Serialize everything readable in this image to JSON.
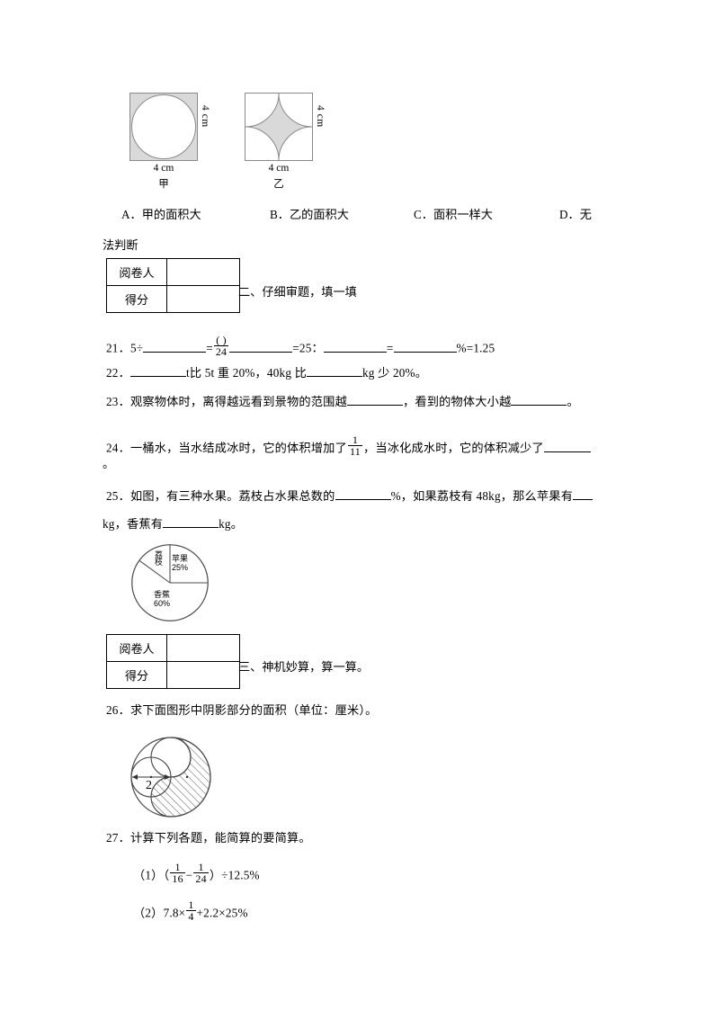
{
  "figures": {
    "fig_a": {
      "side_label_bottom": "4 cm",
      "side_label_right": "4 cm",
      "name": "甲"
    },
    "fig_b": {
      "side_label_bottom": "4 cm",
      "side_label_right": "4 cm",
      "name": "乙"
    }
  },
  "choices": [
    {
      "key": "A．",
      "text": "甲的面积大"
    },
    {
      "key": "B．",
      "text": "乙的面积大"
    },
    {
      "key": "C．",
      "text": "面积一样大"
    },
    {
      "key": "D．",
      "text": "无"
    }
  ],
  "choice_wrap": "法判断",
  "grading_tables": {
    "grader_label": "阅卷人",
    "score_label": "得分"
  },
  "sections": {
    "two": "二、仔细审题，填一填",
    "three": "三、神机妙算，算一算。"
  },
  "questions": {
    "q21": {
      "number": "21．",
      "p1": "5÷",
      "frac_num": "( )",
      "frac_den": "24",
      "eq1": "=",
      "p2": "=25：",
      "eq2": "=",
      "p3": "%=1.25"
    },
    "q22": {
      "number": "22．",
      "p1": "t比 5t 重 20%，40kg 比",
      "p2": "kg 少 20%。"
    },
    "q23": {
      "number": "23．",
      "p1": "观察物体时，离得越远看到景物的范围越",
      "p2": "，看到的物体大小越",
      "p3": "。"
    },
    "q24": {
      "number": "24．",
      "p1": "一桶水，当水结成冰时，它的体积增加了",
      "frac_num": "1",
      "frac_den": "11",
      "p2": "，当冰化成水时，它的体积减少了",
      "p3": "。"
    },
    "q25": {
      "number": "25．",
      "p1": "如图，有三种水果。荔枝占水果总数的",
      "p2": "%，如果荔枝有 48kg，那么苹果有",
      "p3": "kg，香蕉有",
      "p4": "kg。"
    },
    "q26": {
      "number": "26．",
      "text": "求下面图形中阴影部分的面积（单位：厘米）。",
      "dimension": "2"
    },
    "q27": {
      "number": "27．",
      "text": "计算下列各题，能简算的要简算。",
      "sub1": {
        "label": "（1）",
        "open": "（",
        "f1_num": "1",
        "f1_den": "16",
        "minus": "−",
        "f2_num": "1",
        "f2_den": "24",
        "close": "）",
        "tail": "÷12.5%"
      },
      "sub2": {
        "label": "（2）",
        "head": "7.8×",
        "f1_num": "1",
        "f1_den": "4",
        "tail": "+2.2×25%"
      }
    }
  },
  "chart_data": {
    "type": "pie",
    "title": "",
    "categories": [
      "荔枝",
      "苹果",
      "香蕉"
    ],
    "values": [
      15,
      25,
      60
    ],
    "labels": [
      "荔枝",
      "苹果\n25%",
      "香蕉\n60%"
    ],
    "slice_labels": [
      {
        "name": "荔枝",
        "percent_text": ""
      },
      {
        "name": "苹果",
        "percent_text": "25%"
      },
      {
        "name": "香蕉",
        "percent_text": "60%"
      }
    ],
    "legend": "none",
    "colors": [
      "#ffffff",
      "#ffffff",
      "#ffffff"
    ],
    "stroke": "#4d4d4d"
  },
  "colors": {
    "ink": "#000000",
    "figure_stroke": "#8a8a8a",
    "figure_fill": "#d9d9d9",
    "page_bg": "#ffffff"
  }
}
